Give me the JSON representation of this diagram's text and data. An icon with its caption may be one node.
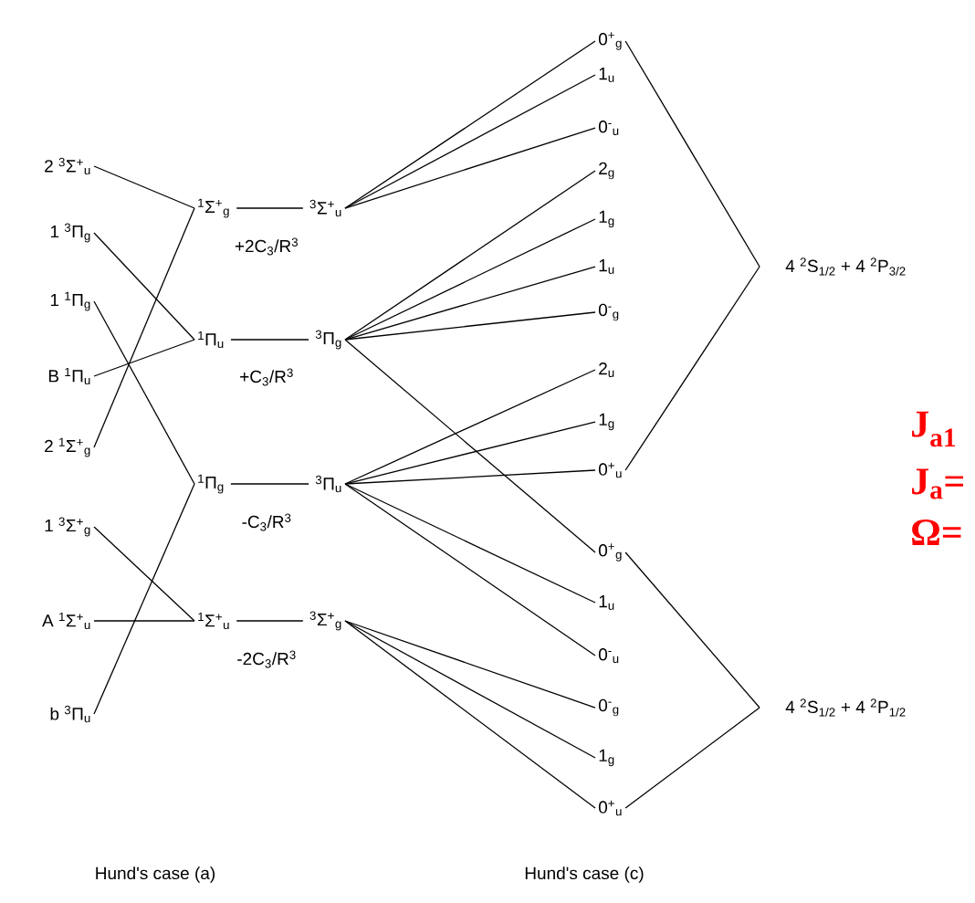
{
  "diagram": {
    "nodes": [
      {
        "text": [
          "2 $^{3}$Σ$^{+}$$_{u}$"
        ]
      },
      {
        "text": [
          "1 $^{3}$Π$_{g}$"
        ]
      },
      {
        "text": [
          "1 $^{1}$Π$_{g}$"
        ]
      },
      {
        "text": [
          "B $^{1}$Π$_{u}$"
        ]
      },
      {
        "text": [
          "2 $^{1}$Σ$^{+}$$_{g}$"
        ]
      },
      {
        "text": [
          "1 $^{3}$Σ$^{+}$$_{g}$"
        ]
      },
      {
        "text": [
          "A $^{1}$Σ$^{+}$$_{u}$"
        ]
      },
      {
        "text": [
          "b $^{3}$Π$_{u}$"
        ]
      },
      {
        "text": [
          "$^{1}$Σ$^{+}$$_{g}$"
        ]
      },
      {
        "text": [
          "$^{3}$Σ$^{+}$$_{u}$"
        ]
      },
      {
        "text": [
          "$^{1}$Π$_{u}$"
        ]
      },
      {
        "text": [
          "$^{3}$Π$_{g}$"
        ]
      },
      {
        "text": [
          "$^{1}$Π$_{g}$"
        ]
      },
      {
        "text": [
          "$^{3}$Π$_{u}$"
        ]
      },
      {
        "text": [
          "$^{1}$Σ$^{+}$$_{u}$"
        ]
      },
      {
        "text": [
          "$^{3}$Σ$^{+}$$_{g}$"
        ]
      },
      {
        "text": [
          "0$^{+}$$_{g}$"
        ]
      },
      {
        "text": [
          "1$_{u}$"
        ]
      },
      {
        "text": [
          "0$^{-}$$_{u}$"
        ]
      },
      {
        "text": [
          "2$_{g}$"
        ]
      },
      {
        "text": [
          "1$_{g}$"
        ]
      },
      {
        "text": [
          "1$_{u}$"
        ]
      },
      {
        "text": [
          "0$^{-}$$_{g}$"
        ]
      },
      {
        "text": [
          "2$_{u}$"
        ]
      },
      {
        "text": [
          "1$_{g}$"
        ]
      },
      {
        "text": [
          "0$^{+}$$_{u}$"
        ]
      },
      {
        "text": [
          "0$^{+}$$_{g}$"
        ]
      },
      {
        "text": [
          "1$_{u}$"
        ]
      },
      {
        "text": [
          "0$^{-}$$_{u}$"
        ]
      },
      {
        "text": [
          "0$^{-}$$_{g}$"
        ]
      },
      {
        "text": [
          "1$_{g}$"
        ]
      },
      {
        "text": [
          "0$^{+}$$_{u}$"
        ]
      },
      {
        "text": [
          "4 $^{2}$S$_{1/2}$ + 4 $^{2}$P$_{3/2}$"
        ]
      },
      {
        "text": [
          "4 $^{2}$S$_{1/2}$ + 4 $^{2}$P$_{1/2}$"
        ]
      }
    ],
    "edges": [
      {
        "from": 0,
        "to": 8,
        "arrow": "none"
      },
      {
        "from": 4,
        "to": 8,
        "arrow": "none"
      },
      {
        "from": 1,
        "to": 10,
        "arrow": "none"
      },
      {
        "from": 3,
        "to": 10,
        "arrow": "none"
      },
      {
        "from": 2,
        "to": 12,
        "arrow": "none"
      },
      {
        "from": 7,
        "to": 12,
        "arrow": "none"
      },
      {
        "from": 5,
        "to": 14,
        "arrow": "none"
      },
      {
        "from": 6,
        "to": 14,
        "arrow": "none"
      },
      {
        "from": 8,
        "to": 9,
        "arrow": "none"
      },
      {
        "from": 10,
        "to": 11,
        "arrow": "none"
      },
      {
        "from": 12,
        "to": 13,
        "arrow": "none"
      },
      {
        "from": 14,
        "to": 15,
        "arrow": "none"
      },
      {
        "from": 9,
        "to": 16,
        "arrow": "none"
      },
      {
        "from": 9,
        "to": 17,
        "arrow": "none"
      },
      {
        "from": 9,
        "to": 18,
        "arrow": "none"
      },
      {
        "from": 11,
        "to": 19,
        "arrow": "none"
      },
      {
        "from": 11,
        "to": 20,
        "arrow": "none"
      },
      {
        "from": 11,
        "to": 21,
        "arrow": "none"
      },
      {
        "from": 11,
        "to": 22,
        "arrow": "none"
      },
      {
        "from": 11,
        "to": 26,
        "arrow": "none"
      },
      {
        "from": 13,
        "to": 23,
        "arrow": "none"
      },
      {
        "from": 13,
        "to": 24,
        "arrow": "none"
      },
      {
        "from": 13,
        "to": 25,
        "arrow": "none"
      },
      {
        "from": 13,
        "to": 27,
        "arrow": "none"
      },
      {
        "from": 13,
        "to": 28,
        "arrow": "none"
      },
      {
        "from": 15,
        "to": 29,
        "arrow": "none"
      },
      {
        "from": 15,
        "to": 30,
        "arrow": "none"
      },
      {
        "from": 15,
        "to": 31,
        "arrow": "none"
      },
      {
        "from": 16,
        "to": 32,
        "arrow": "none"
      },
      {
        "from": 25,
        "to": 32,
        "arrow": "none"
      },
      {
        "from": 26,
        "to": 33,
        "arrow": "none"
      },
      {
        "from": 31,
        "to": 33,
        "arrow": "none"
      }
    ],
    "labels": [
      "+2C$_{3}$/R$^{3}$",
      "+C$_{3}$/R$^{3}$",
      "J$_{a1}$",
      "J$_{a}$=",
      "Ω=",
      "-C$_{3}$/R$^{3}$",
      "-2C$_{3}$/R$^{3}$",
      "Hund's case (a)",
      "Hund's case (c)"
    ]
  }
}
